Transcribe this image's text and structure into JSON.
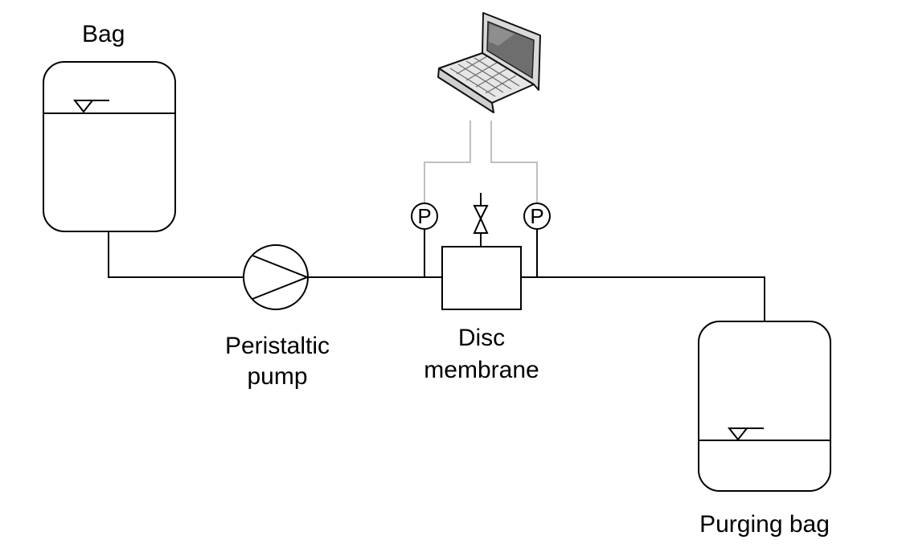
{
  "labels": {
    "source_bag": "Bag",
    "pump_line1": "Peristaltic",
    "pump_line2": "pump",
    "membrane_line1": "Disc",
    "membrane_line2": "membrane",
    "purging_bag": "Purging bag",
    "gauge_left": "P",
    "gauge_right": "P"
  },
  "icons": {
    "computer": "laptop-icon",
    "pump": "pump-symbol-icon",
    "valve": "needle-valve-icon",
    "level": "liquid-level-triangle-icon"
  },
  "colors": {
    "line": "#000000",
    "signal_line": "#bfbfbf",
    "laptop_body": "#e6e6e6",
    "laptop_screen": "#6e6e6e"
  }
}
